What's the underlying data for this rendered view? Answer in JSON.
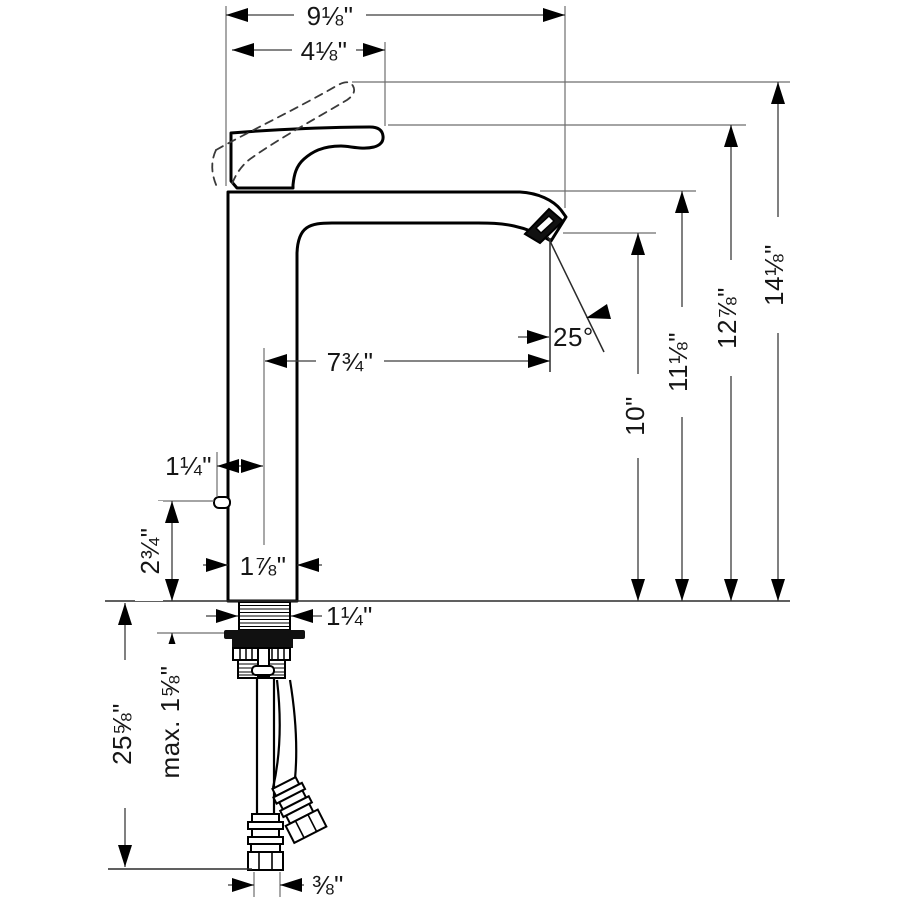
{
  "diagram": {
    "type": "technical-dimension-drawing",
    "subject": "Single-hole tall bathroom faucet, side elevation with under-counter mounting shank and flexible supply hoses",
    "background_color": "#ffffff",
    "outline_color": "#000000",
    "dimension_line_color": "#3c3c3c",
    "dimensions": {
      "overall_length": "9⅛\"",
      "handle_projection": "4⅛\"",
      "spout_reach_from_center": "7¾\"",
      "spray_angle": "25°",
      "height_to_outlet": "10\"",
      "height_to_spout_top": "11⅛\"",
      "height_to_handle_top": "12⅞\"",
      "overall_height": "14⅛\"",
      "pullrod_offset_from_center": "1¼\"",
      "pullrod_height_above_deck": "2¾\"",
      "body_depth": "1⅞\"",
      "shank_diameter": "1¼\"",
      "max_deck_thickness": "max. 1⅝\"",
      "supply_hose_length": "25⅝\"",
      "supply_connection_size": "⅜\""
    }
  }
}
